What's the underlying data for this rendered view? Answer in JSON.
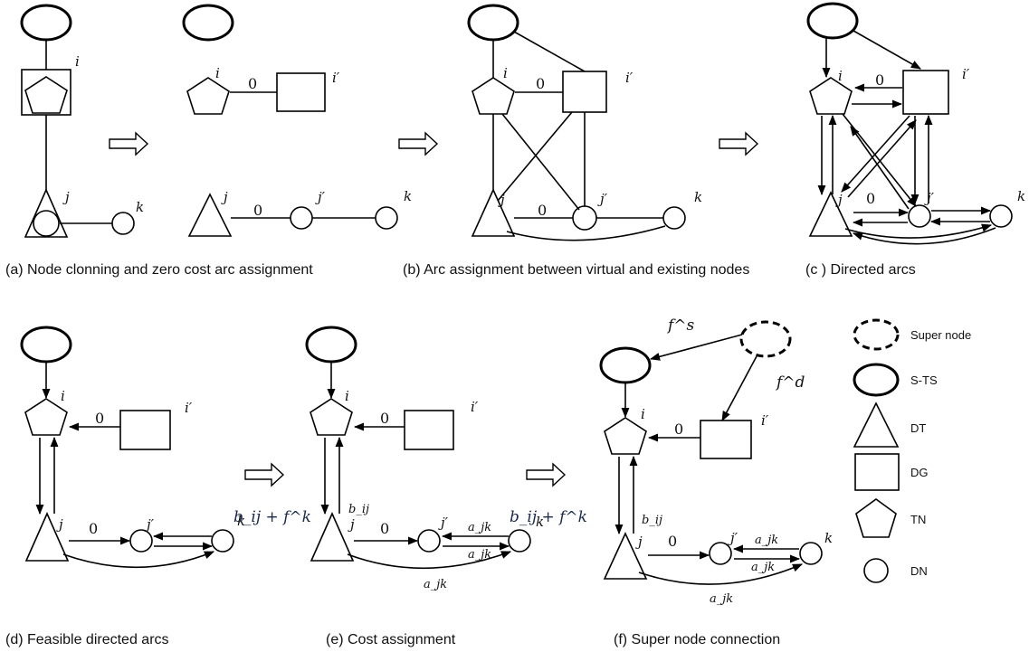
{
  "captions": {
    "a": "(a) Node clonning and zero cost arc assignment",
    "b": "(b) Arc assignment between virtual and existing nodes",
    "c": "(c ) Directed arcs",
    "d": "(d) Feasible directed arcs",
    "e": "(e) Cost assignment",
    "f": "(f) Super node connection"
  },
  "node_labels": {
    "i": "i",
    "i_prime": "i′",
    "j": "j",
    "j_prime": "j′",
    "k": "k"
  },
  "arc_labels": {
    "zero": "0",
    "b_ij": "b_ij",
    "a_jk": "a_jk",
    "b_ij_plus_fk": "b_ij + f^k",
    "f_s": "f^s",
    "f_d": "f^d"
  },
  "legend": [
    {
      "shape": "super-node",
      "label": "Super node"
    },
    {
      "shape": "ellipse",
      "label": "S-TS"
    },
    {
      "shape": "triangle",
      "label": "DT"
    },
    {
      "shape": "rectangle",
      "label": "DG"
    },
    {
      "shape": "pentagon",
      "label": "TN"
    },
    {
      "shape": "circle",
      "label": "DN"
    }
  ]
}
